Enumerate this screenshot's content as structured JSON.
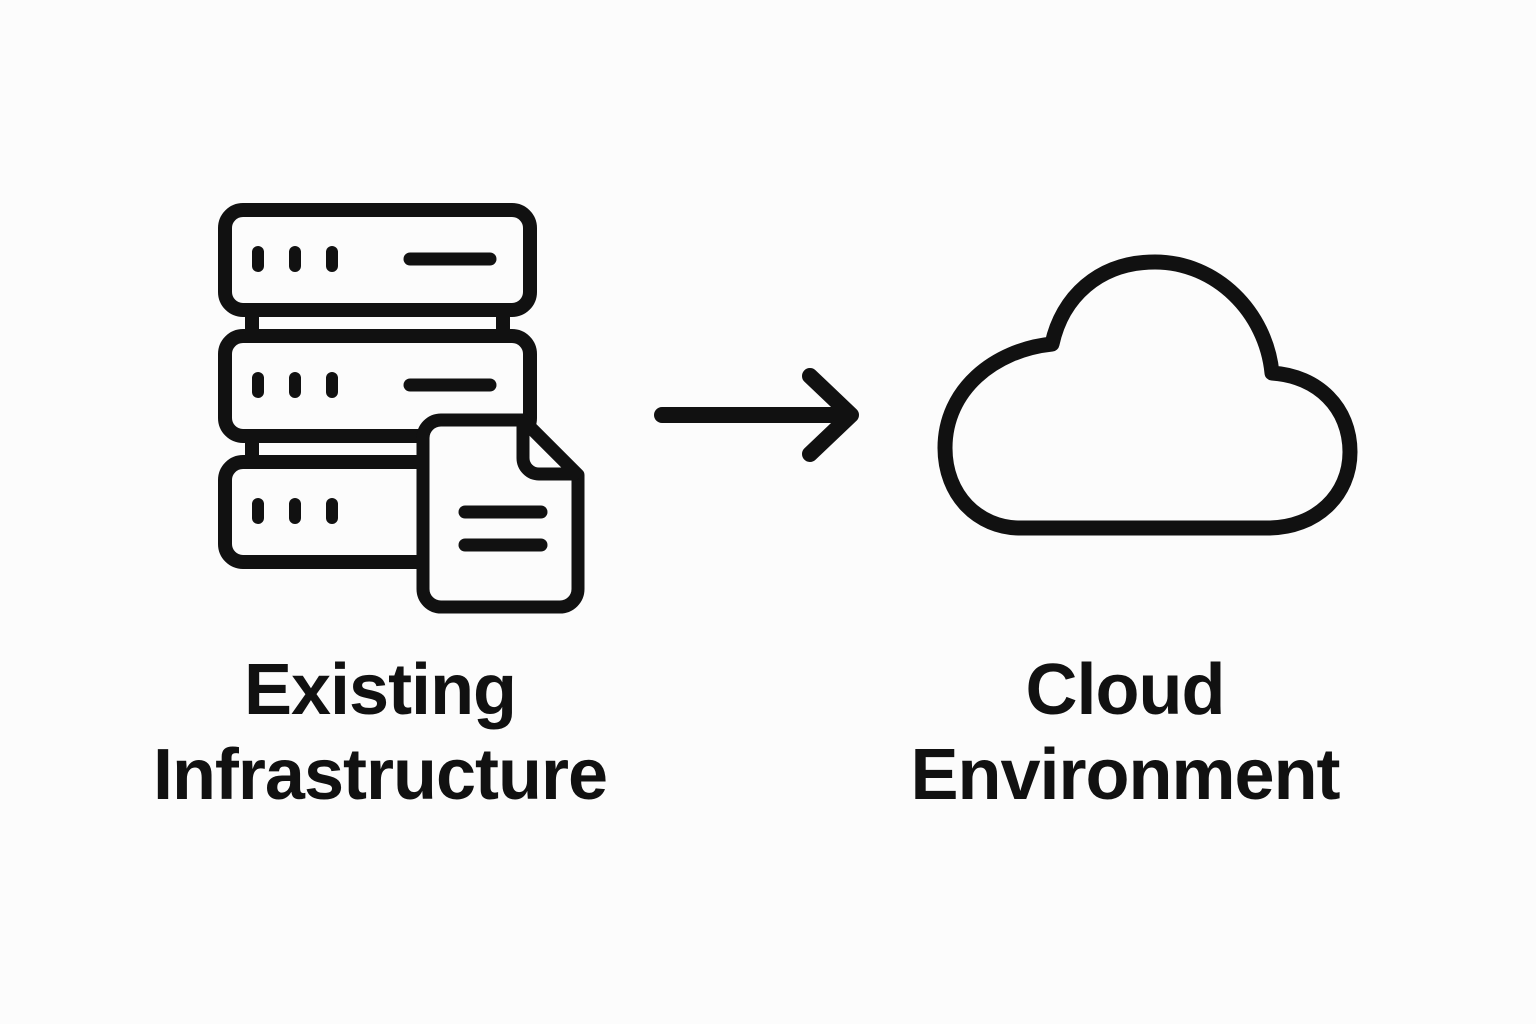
{
  "diagram": {
    "title": "Cloud migration diagram",
    "source": {
      "icon": "server-stack-document-icon",
      "label_line1": "Existing",
      "label_line2": "Infrastructure"
    },
    "flow": {
      "icon": "arrow-right-icon",
      "direction": "right"
    },
    "target": {
      "icon": "cloud-icon",
      "label_line1": "Cloud",
      "label_line2": "Environment"
    }
  },
  "colors": {
    "ink": "#111111",
    "background": "#fcfcfc"
  }
}
